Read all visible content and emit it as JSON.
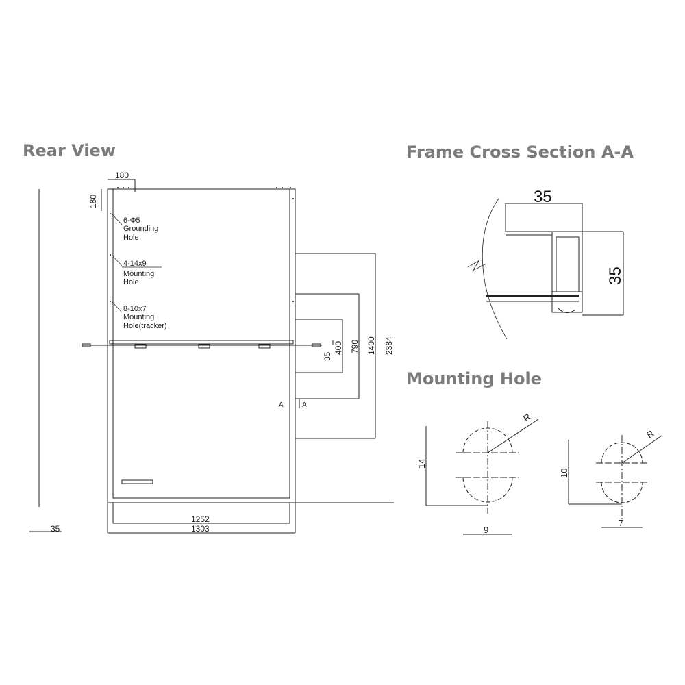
{
  "headings": {
    "rear_view": "Rear View",
    "frame_cross_section": "Frame Cross Section A-A",
    "mounting_hole": "Mounting Hole"
  },
  "rear_view": {
    "dim_top_width": "180",
    "dim_top_height": "180",
    "dim_35": "35",
    "dim_400": "400",
    "dim_790": "790",
    "dim_1400": "1400",
    "dim_2384": "2384",
    "dim_1252": "1252",
    "dim_1303": "1303",
    "dim_left_35": "35",
    "grounding_hole": {
      "line1": "6-Φ5",
      "line2": "Grounding",
      "line3": "Hole"
    },
    "mounting_hole": {
      "line1": "4-14x9",
      "line2": "Mounting",
      "line3": "Hole"
    },
    "tracker_hole": {
      "line1": "8-10x7",
      "line2": "Mounting",
      "line3": "Hole(tracker)"
    },
    "section_mark_left": "A",
    "section_mark_right": "A"
  },
  "frame_section": {
    "dim_width": "35",
    "dim_height": "35"
  },
  "mounting_hole_detail": {
    "hole1_height": "14",
    "hole1_width": "9",
    "hole1_radius": "R",
    "hole2_height": "10",
    "hole2_width": "7",
    "hole2_radius": "R"
  }
}
